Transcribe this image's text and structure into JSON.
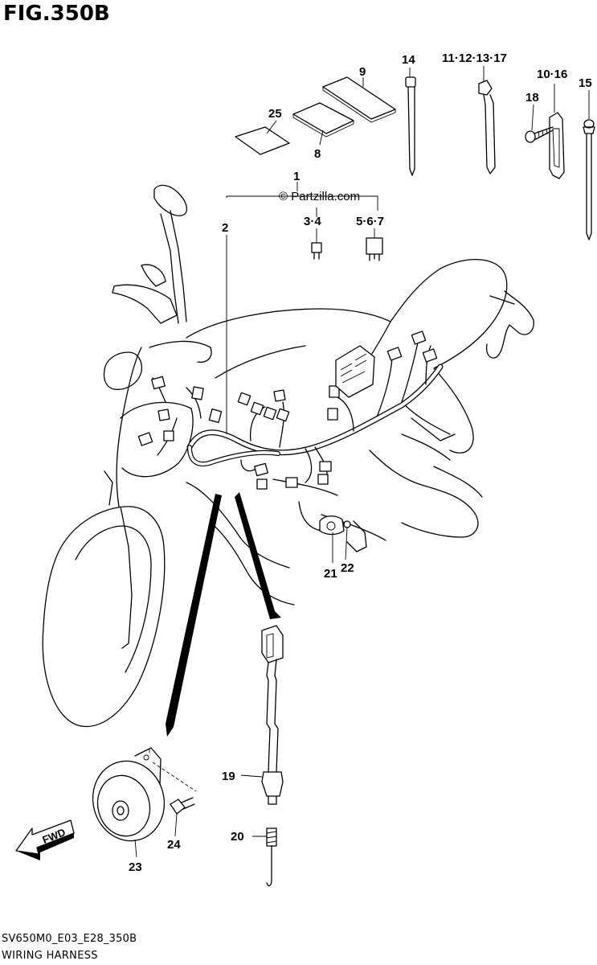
{
  "figure": {
    "title": "FIG.350B",
    "watermark": "© Partzilla.com",
    "footer_code": "SV650M0_E03_E28_350B",
    "footer_name": "WIRING HARNESS"
  },
  "callouts": {
    "c1": "1",
    "c2": "2",
    "c3_4": "3·4",
    "c5_6_7": "5·6·7",
    "c8": "8",
    "c9": "9",
    "c10_16": "10·16",
    "c11_12_13_17": "11·12·13·17",
    "c14": "14",
    "c15": "15",
    "c18": "18",
    "c19": "19",
    "c20": "20",
    "c21": "21",
    "c22": "22",
    "c23": "23",
    "c24": "24",
    "c25": "25"
  },
  "fwd_label": "FWD"
}
